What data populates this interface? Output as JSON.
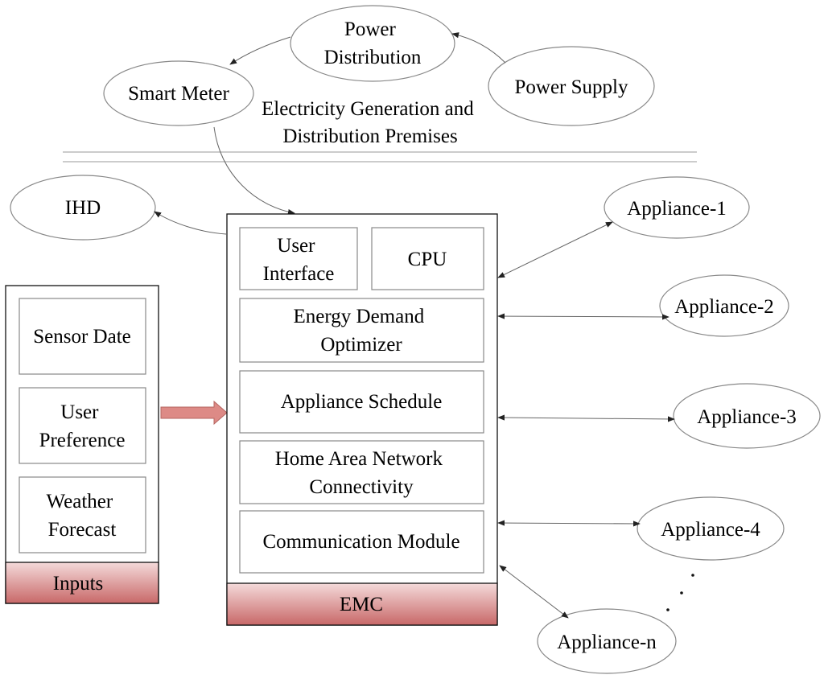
{
  "top": {
    "power_distribution": [
      "Power",
      "Distribution"
    ],
    "power_supply": "Power Supply",
    "smart_meter": "Smart Meter",
    "premises_caption": [
      "Electricity Generation and",
      "Distribution Premises"
    ]
  },
  "ihd": "IHD",
  "inputs": {
    "footer": "Inputs",
    "items": [
      [
        "Sensor Date"
      ],
      [
        "User",
        "Preference"
      ],
      [
        "Weather",
        "Forecast"
      ]
    ]
  },
  "emc": {
    "footer": "EMC",
    "user_interface": [
      "User",
      "Interface"
    ],
    "cpu": "CPU",
    "modules": [
      [
        "Energy Demand",
        "Optimizer"
      ],
      [
        "Appliance Schedule"
      ],
      [
        "Home Area Network",
        "Connectivity"
      ],
      [
        "Communication Module"
      ]
    ]
  },
  "appliances": [
    "Appliance-1",
    "Appliance-2",
    "Appliance-3",
    "Appliance-4",
    "Appliance-n"
  ],
  "colors": {
    "footer_top": "#f4dada",
    "footer_bottom": "#c86868",
    "arrow_fill": "#dd8a86",
    "arrow_stroke": "#b56560"
  }
}
